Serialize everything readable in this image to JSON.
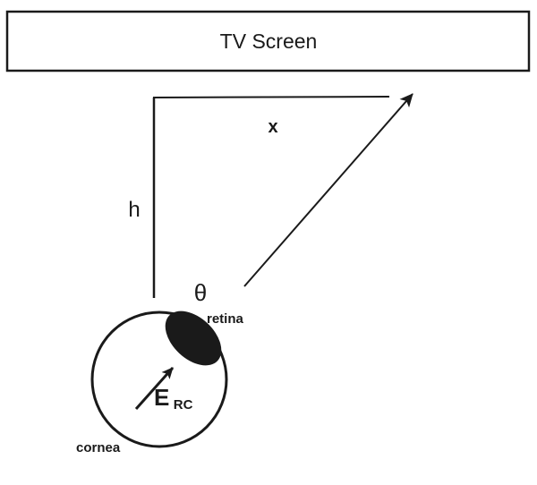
{
  "figure": {
    "tv_screen": {
      "label": "TV Screen"
    },
    "triangle": {
      "horizontal_distance_label": "x",
      "height_label": "h",
      "angle_label": "θ"
    },
    "eye": {
      "retina_label": "retina",
      "cornea_label": "cornea",
      "erc_label_main": "E",
      "erc_label_sub": "RC"
    },
    "colors": {
      "ink": "#1a1a1a",
      "background": "#ffffff"
    }
  }
}
